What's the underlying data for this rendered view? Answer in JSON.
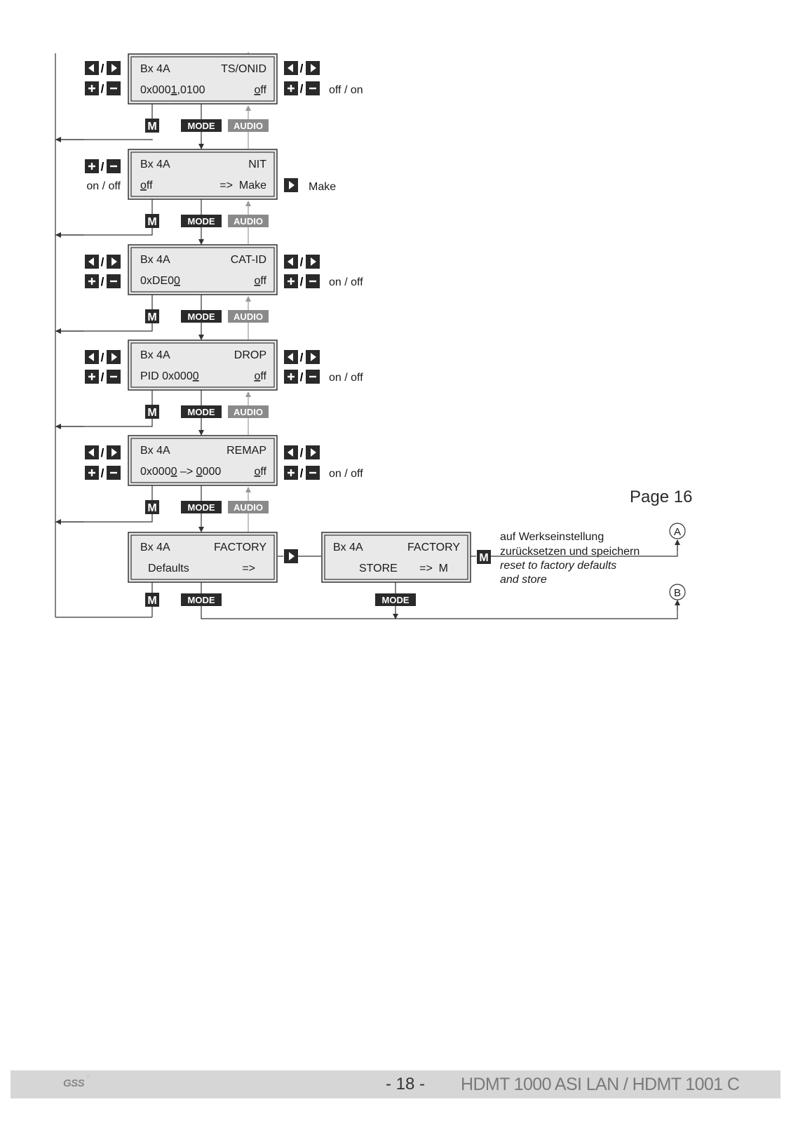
{
  "screens": [
    {
      "title": "Bx 4A",
      "param": "TS/ONID",
      "value_parts": [
        "0x000",
        "1",
        ",0100"
      ],
      "state_parts": [
        "",
        "o",
        "ff"
      ]
    },
    {
      "title": "Bx 4A",
      "param": "NIT",
      "value_parts": [
        "",
        "o",
        "ff"
      ],
      "action": "=>  Make"
    },
    {
      "title": "Bx 4A",
      "param": "CAT-ID",
      "value_parts": [
        "0xDE0",
        "0",
        ""
      ],
      "state_parts": [
        "",
        "o",
        "ff"
      ]
    },
    {
      "title": "Bx 4A",
      "param": "DROP",
      "value_parts": [
        "PID 0x000",
        "0",
        ""
      ],
      "state_parts": [
        "",
        "o",
        "ff"
      ]
    },
    {
      "title": "Bx 4A",
      "param": "REMAP",
      "value_parts": [
        "0x000",
        "0",
        " –> "
      ],
      "value_parts2": [
        "",
        "0",
        "000"
      ],
      "state_parts": [
        "",
        "o",
        "ff"
      ]
    },
    {
      "title": "Bx 4A",
      "param": "FACTORY",
      "line2": "Defaults",
      "action": "=>"
    },
    {
      "title": "Bx 4A",
      "param": "FACTORY",
      "line2": "STORE",
      "action": "=>  M"
    }
  ],
  "keys": {
    "m": "M",
    "mode": "MODE",
    "audio": "AUDIO",
    "plus": "+",
    "minus": "−",
    "slash": "/"
  },
  "side_labels": {
    "ts_onid": "off / on",
    "nit_left": "on / off",
    "nit_right": "Make",
    "cat_id": "on / off",
    "drop": "on / off",
    "remap": "on / off"
  },
  "factory_note": {
    "de_line1": "auf Werkseinstellung",
    "de_line2": "zurücksetzen und speichern",
    "en_line1": "reset to factory defaults",
    "en_line2": "and store"
  },
  "connectors": {
    "a": "A",
    "b": "B"
  },
  "page_ref": "Page 16",
  "footer": {
    "logo": "GSS",
    "page_number": "- 18 -",
    "product": "HDMT 1000 ASI LAN / HDMT 1001 C"
  }
}
